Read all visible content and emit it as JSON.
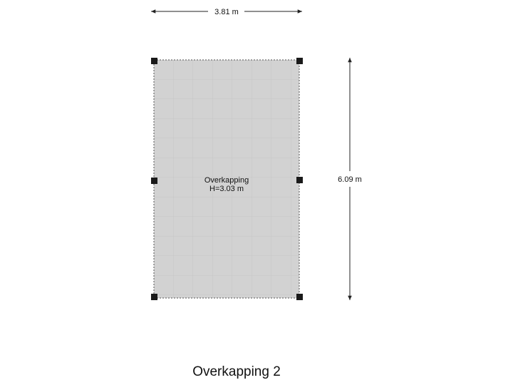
{
  "plan": {
    "title": "Overkapping 2",
    "room": {
      "name": "Overkapping",
      "height_label": "H=3.03 m"
    },
    "dimensions": {
      "width_label": "3.81 m",
      "depth_label": "6.09 m"
    },
    "colors": {
      "floor": "#d2d2d2",
      "tile_lines": "#c4c4c4",
      "columns": "#1a1a1a",
      "dimension_lines": "#222222",
      "outline": "#555555"
    }
  }
}
